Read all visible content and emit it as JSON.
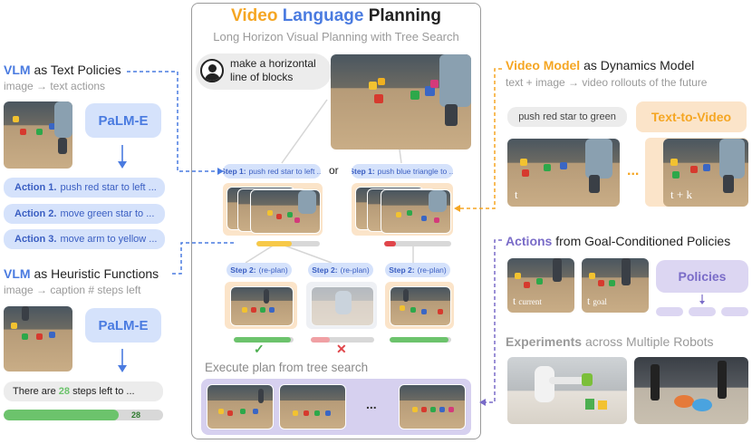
{
  "title": {
    "part1": "Video",
    "part2": "Language",
    "part3": "Planning"
  },
  "subtitle": "Long Horizon Visual Planning with Tree Search",
  "goal_text": "make a horizontal line of blocks",
  "or_text": "or",
  "left": {
    "text_policy_title_strong": "VLM",
    "text_policy_title_rest": "as Text Policies",
    "text_policy_sub": "image → text actions",
    "palm": "PaLM-E",
    "actions": [
      {
        "num": "Action 1.",
        "text": "push red star to left ..."
      },
      {
        "num": "Action 2.",
        "text": "move green star to ..."
      },
      {
        "num": "Action 3.",
        "text": "move arm to yellow ..."
      }
    ],
    "heuristic_title_strong": "VLM",
    "heuristic_title_rest": "as Heuristic Functions",
    "heuristic_sub": "image → caption # steps left",
    "palm2": "PaLM-E",
    "steps_text_pre": "There are",
    "steps_num": "28",
    "steps_text_post": "steps left to ...",
    "steps_bar_label": "28",
    "steps_bar_fill": 0.72
  },
  "center": {
    "step1_left": {
      "label": "Step 1:",
      "text": "push red star to left ..."
    },
    "step1_right": {
      "label": "Step 1:",
      "text": "push blue triangle to ..."
    },
    "step2_labels": [
      {
        "label": "Step 2:",
        "text": "(re-plan)"
      },
      {
        "label": "Step 2:",
        "text": "(re-plan)"
      },
      {
        "label": "Step 2:",
        "text": "(re-plan)"
      }
    ],
    "step1_left_bar": 0.55,
    "step1_right_bar": 0.18,
    "step2_bars": [
      0.95,
      0.3,
      0.95
    ],
    "check": "✓",
    "cross": "✕",
    "execute_label": "Execute plan from tree search",
    "ellipsis": "..."
  },
  "right": {
    "video_title_strong": "Video Model",
    "video_title_rest": "as Dynamics Model",
    "video_sub": "text + image → video rollouts of the future",
    "video_prompt": "push red star to green",
    "t2v": "Text-to-Video",
    "frame_t": "t",
    "frame_tk": "t + k",
    "ellipsis": "...",
    "actions_title_strong": "Actions",
    "actions_title_rest": "from Goal-Conditioned Policies",
    "t_current": "t",
    "t_current_sub": "current",
    "t_goal": "t",
    "t_goal_sub": "goal",
    "policies": "Policies",
    "experiments_strong": "Experiments",
    "experiments_rest": "across Multiple Robots"
  },
  "colors": {
    "blue": "#4a7be0",
    "orange": "#f5a623",
    "purple": "#7a6cc8",
    "green": "#6cc36c",
    "red": "#e0454a",
    "yellow": "#f7c948"
  }
}
